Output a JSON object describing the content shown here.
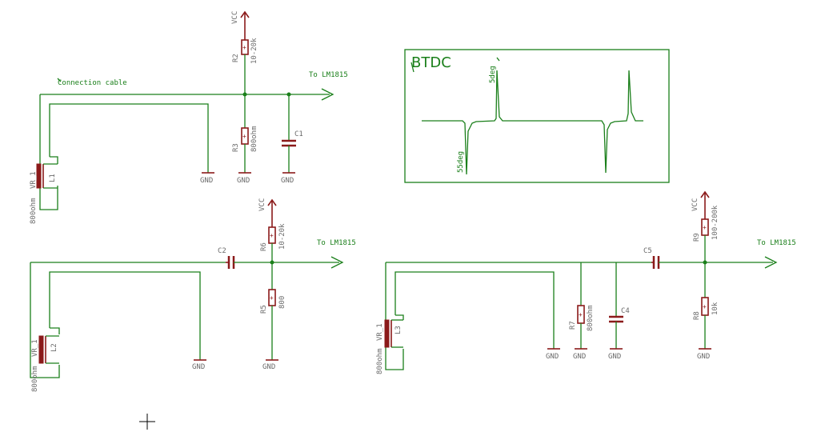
{
  "colors": {
    "wire": "#1a7f1a",
    "component": "#8b1a1a",
    "label": "#6b6b6b",
    "background": "#ffffff"
  },
  "circuit1": {
    "vcc": "VCC",
    "r2_name": "R2",
    "r2_value": "10-20k",
    "r3_name": "R3",
    "r3_value": "800ohm",
    "c1_name": "C1",
    "l1_name": "L1",
    "l1_ref": "VR_1",
    "l1_value": "800ohm",
    "gnd_a": "GND",
    "gnd_b": "GND",
    "gnd_c": "GND",
    "cable_note": "Connection cable",
    "out_label": "To LM1815"
  },
  "waveform": {
    "title": "BTDC",
    "top_label": "5deg",
    "bottom_label": "55deg"
  },
  "circuit2": {
    "vcc": "VCC",
    "r6_name": "R6",
    "r6_value": "10-20k",
    "r5_name": "R5",
    "r5_value": "800",
    "c2_name": "C2",
    "l2_name": "L2",
    "l2_ref": "VR_1",
    "l2_value": "800ohm",
    "gnd_a": "GND",
    "gnd_b": "GND",
    "out_label": "To LM1815"
  },
  "circuit3": {
    "vcc": "VCC",
    "r9_name": "R9",
    "r9_value": "100-200k",
    "r8_name": "R8",
    "r8_value": "10k",
    "r7_name": "R7",
    "r7_value": "800ohm",
    "c4_name": "C4",
    "c5_name": "C5",
    "l3_name": "L3",
    "l3_ref": "VR_1",
    "l3_value": "800ohm",
    "gnd_a": "GND",
    "gnd_b": "GND",
    "gnd_c": "GND",
    "gnd_d": "GND",
    "out_label": "To LM1815"
  }
}
